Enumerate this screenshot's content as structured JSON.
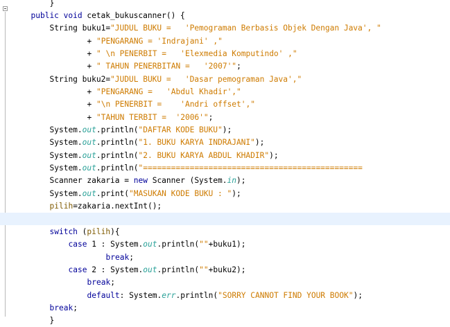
{
  "editor": {
    "colors": {
      "keyword": "#000099",
      "string": "#ce7b00",
      "field": "#2aa198",
      "current_line": "#e8f2fe"
    },
    "lines": [
      {
        "indent": 10,
        "tokens": [
          {
            "c": "t",
            "text": "}"
          }
        ]
      },
      {
        "indent": 6,
        "tokens": [
          {
            "c": "k",
            "text": "public void "
          },
          {
            "c": "t",
            "text": "cetak_bukuscanner() {"
          }
        ]
      },
      {
        "indent": 10,
        "tokens": [
          {
            "c": "t",
            "text": "String buku1="
          },
          {
            "c": "s",
            "text": "\"JUDUL BUKU =   'Pemograman Berbasis Objek Dengan Java', \""
          }
        ]
      },
      {
        "indent": 18,
        "tokens": [
          {
            "c": "t",
            "text": "+ "
          },
          {
            "c": "s",
            "text": "\"PENGARANG = 'Indrajani' ,\""
          }
        ]
      },
      {
        "indent": 18,
        "tokens": [
          {
            "c": "t",
            "text": "+ "
          },
          {
            "c": "s",
            "text": "\" \\n PENERBIT =   'Elexmedia Komputindo' ,\""
          }
        ]
      },
      {
        "indent": 18,
        "tokens": [
          {
            "c": "t",
            "text": "+ "
          },
          {
            "c": "s",
            "text": "\" TAHUN PENERBITAN =   '2007'\""
          },
          {
            "c": "t",
            "text": ";"
          }
        ]
      },
      {
        "indent": 10,
        "tokens": [
          {
            "c": "t",
            "text": "String buku2="
          },
          {
            "c": "s",
            "text": "\"JUDUL BUKU =   'Dasar pemograman Java',\""
          }
        ]
      },
      {
        "indent": 18,
        "tokens": [
          {
            "c": "t",
            "text": "+ "
          },
          {
            "c": "s",
            "text": "\"PENGARANG =   'Abdul Khadir',\""
          }
        ]
      },
      {
        "indent": 18,
        "tokens": [
          {
            "c": "t",
            "text": "+ "
          },
          {
            "c": "s",
            "text": "\"\\n PENERBIT =    'Andri offset',\""
          }
        ]
      },
      {
        "indent": 18,
        "tokens": [
          {
            "c": "t",
            "text": "+ "
          },
          {
            "c": "s",
            "text": "\"TAHUN TERBIT =  '2006'\""
          },
          {
            "c": "t",
            "text": ";"
          }
        ]
      },
      {
        "indent": 10,
        "tokens": [
          {
            "c": "t",
            "text": "System."
          },
          {
            "c": "f",
            "text": "out"
          },
          {
            "c": "t",
            "text": ".println("
          },
          {
            "c": "s",
            "text": "\"DAFTAR KODE BUKU\""
          },
          {
            "c": "t",
            "text": ");"
          }
        ]
      },
      {
        "indent": 10,
        "tokens": [
          {
            "c": "t",
            "text": "System."
          },
          {
            "c": "f",
            "text": "out"
          },
          {
            "c": "t",
            "text": ".println("
          },
          {
            "c": "s",
            "text": "\"1. BUKU KARYA INDRAJANI\""
          },
          {
            "c": "t",
            "text": ");"
          }
        ]
      },
      {
        "indent": 10,
        "tokens": [
          {
            "c": "t",
            "text": "System."
          },
          {
            "c": "f",
            "text": "out"
          },
          {
            "c": "t",
            "text": ".println("
          },
          {
            "c": "s",
            "text": "\"2. BUKU KARYA ABDUL KHADIR\""
          },
          {
            "c": "t",
            "text": ");"
          }
        ]
      },
      {
        "indent": 10,
        "tokens": [
          {
            "c": "t",
            "text": "System."
          },
          {
            "c": "f",
            "text": "out"
          },
          {
            "c": "t",
            "text": ".println("
          },
          {
            "c": "s",
            "text": "\"==============================================="
          }
        ]
      },
      {
        "indent": 10,
        "tokens": [
          {
            "c": "t",
            "text": "Scanner zakaria = "
          },
          {
            "c": "k",
            "text": "new "
          },
          {
            "c": "t",
            "text": "Scanner (System."
          },
          {
            "c": "f",
            "text": "in"
          },
          {
            "c": "t",
            "text": ");"
          }
        ]
      },
      {
        "indent": 10,
        "tokens": [
          {
            "c": "t",
            "text": "System."
          },
          {
            "c": "f",
            "text": "out"
          },
          {
            "c": "t",
            "text": ".print("
          },
          {
            "c": "s",
            "text": "\"MASUKAN KODE BUKU : \""
          },
          {
            "c": "t",
            "text": ");"
          }
        ]
      },
      {
        "indent": 10,
        "tokens": [
          {
            "c": "v",
            "text": "pilih"
          },
          {
            "c": "t",
            "text": "=zakaria.nextInt();"
          }
        ]
      },
      {
        "indent": 0,
        "current": true,
        "tokens": []
      },
      {
        "indent": 10,
        "tokens": [
          {
            "c": "k",
            "text": "switch "
          },
          {
            "c": "t",
            "text": "("
          },
          {
            "c": "v",
            "text": "pilih"
          },
          {
            "c": "t",
            "text": "){"
          }
        ]
      },
      {
        "indent": 14,
        "tokens": [
          {
            "c": "k",
            "text": "case "
          },
          {
            "c": "t",
            "text": "1 : System."
          },
          {
            "c": "f",
            "text": "out"
          },
          {
            "c": "t",
            "text": ".println("
          },
          {
            "c": "s",
            "text": "\"\""
          },
          {
            "c": "t",
            "text": "+buku1);"
          }
        ]
      },
      {
        "indent": 22,
        "tokens": [
          {
            "c": "k",
            "text": "break"
          },
          {
            "c": "t",
            "text": ";"
          }
        ]
      },
      {
        "indent": 14,
        "tokens": [
          {
            "c": "k",
            "text": "case "
          },
          {
            "c": "t",
            "text": "2 : System."
          },
          {
            "c": "f",
            "text": "out"
          },
          {
            "c": "t",
            "text": ".println("
          },
          {
            "c": "s",
            "text": "\"\""
          },
          {
            "c": "t",
            "text": "+buku2);"
          }
        ]
      },
      {
        "indent": 18,
        "tokens": [
          {
            "c": "k",
            "text": "break"
          },
          {
            "c": "t",
            "text": ";"
          }
        ]
      },
      {
        "indent": 18,
        "tokens": [
          {
            "c": "k",
            "text": "default"
          },
          {
            "c": "t",
            "text": ": System."
          },
          {
            "c": "f",
            "text": "err"
          },
          {
            "c": "t",
            "text": ".println("
          },
          {
            "c": "s",
            "text": "\"SORRY CANNOT FIND YOUR BOOK\""
          },
          {
            "c": "t",
            "text": ");"
          }
        ]
      },
      {
        "indent": 10,
        "tokens": [
          {
            "c": "k",
            "text": "break"
          },
          {
            "c": "t",
            "text": ";"
          }
        ]
      },
      {
        "indent": 10,
        "tokens": [
          {
            "c": "t",
            "text": "}"
          }
        ]
      }
    ]
  }
}
